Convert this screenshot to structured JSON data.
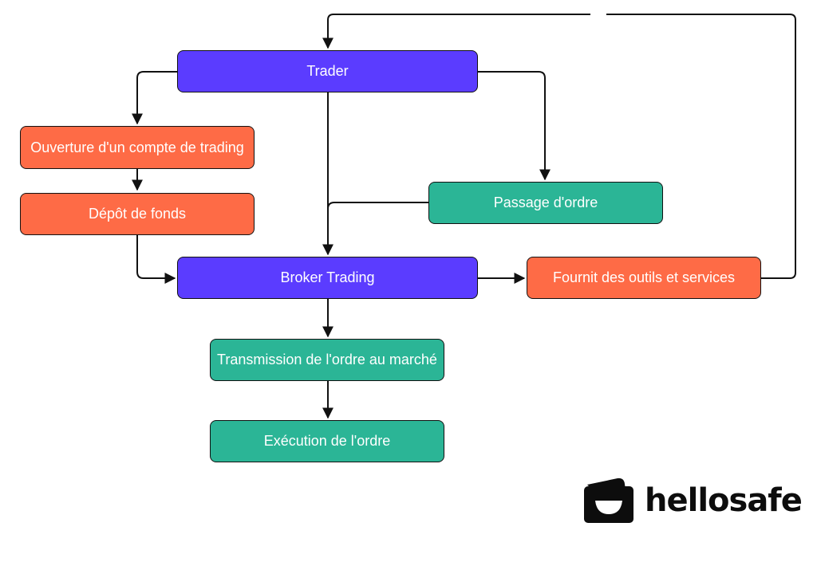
{
  "nodes": {
    "trader": "Trader",
    "ouverture": "Ouverture d'un compte de trading",
    "depot": "Dépôt de fonds",
    "passage": "Passage d'ordre",
    "broker": "Broker Trading",
    "fournit": "Fournit des outils et services",
    "transmission": "Transmission de l'ordre au marché",
    "execution": "Exécution de l'ordre"
  },
  "brand": {
    "name": "hellosafe",
    "icon": "wallet-smile-icon"
  },
  "colors": {
    "purple": "#5b3cff",
    "orange": "#fe6b46",
    "teal": "#2bb596",
    "line": "#111111"
  }
}
